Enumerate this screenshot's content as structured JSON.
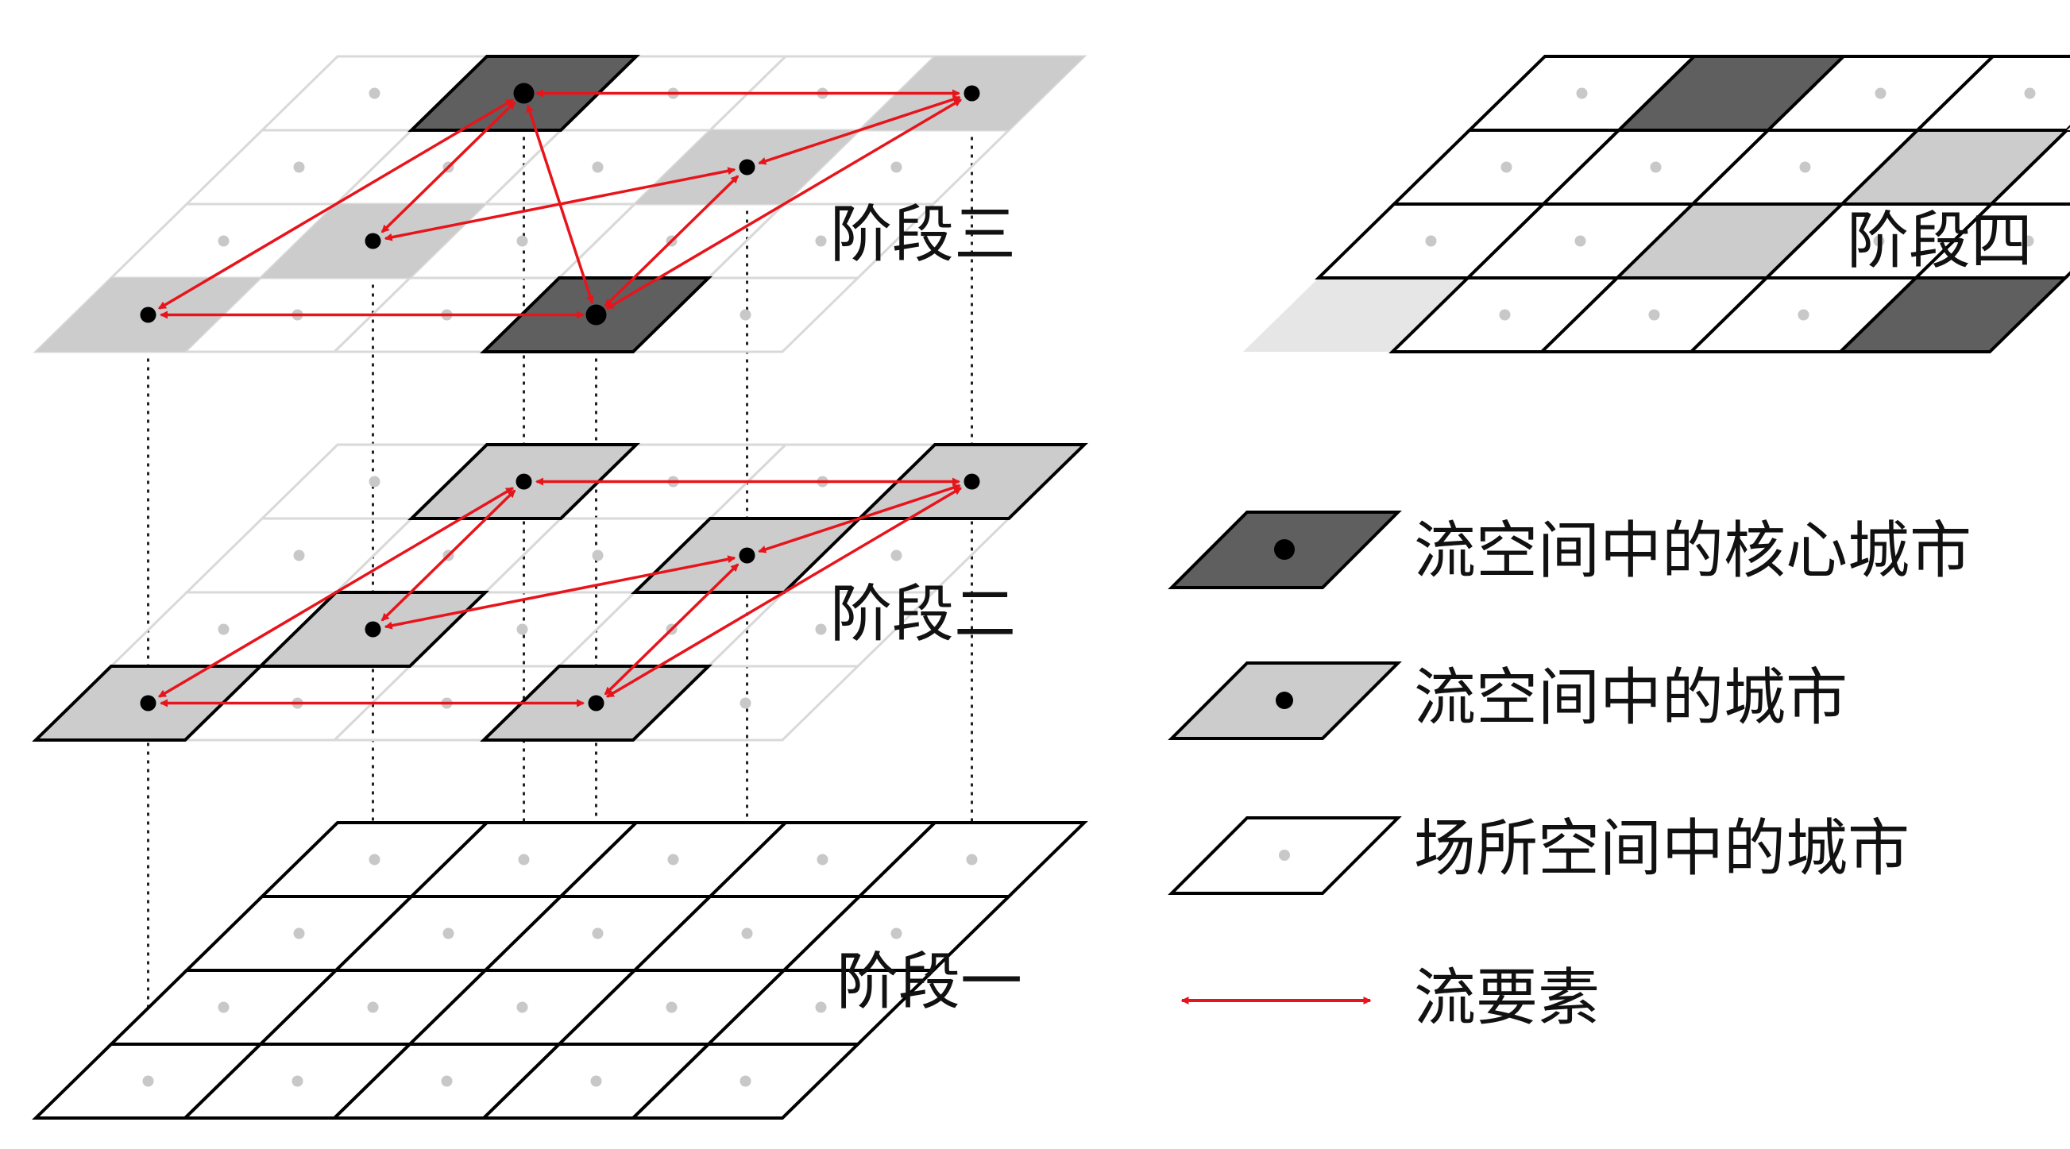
{
  "stages": {
    "stage1": "阶段一",
    "stage2": "阶段二",
    "stage3": "阶段三",
    "stage4": "阶段四"
  },
  "legend": {
    "core_city": "流空间中的核心城市",
    "flow_city": "流空间中的城市",
    "place_city": "场所空间中的城市",
    "flow_element": "流要素"
  },
  "colors": {
    "core": "#5f5f5f",
    "flow": "#cccccc",
    "faded": "#e6e6e6",
    "edge": "#000000",
    "arrow": "#e8141b",
    "dot_gray": "#c8c8c8"
  }
}
